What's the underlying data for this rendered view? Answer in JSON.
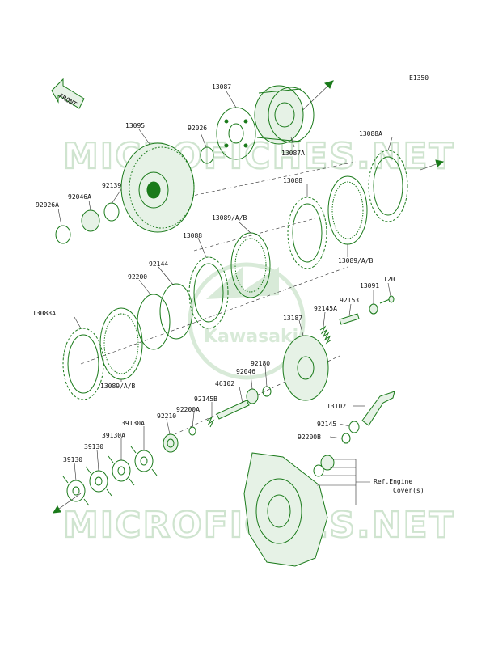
{
  "diagram_code": "E1350",
  "front_label": "FRONT",
  "watermark": "MICROFICHES.NET",
  "brand": "Kawasaki",
  "colors": {
    "part_green": "#1a7a1a",
    "watermark_green": "#cfe4cf",
    "label": "#111111"
  },
  "labels": {
    "p13087": "13087",
    "p13087a": "13087A",
    "p92026": "92026",
    "p13095": "13095",
    "p13088a_top": "13088A",
    "p92139": "92139",
    "p92046a": "92046A",
    "p92026a": "92026A",
    "p13088_top": "13088",
    "p13089ab_mid": "13089/A/B",
    "p13088_mid": "13088",
    "p13089ab_right": "13089/A/B",
    "p92144": "92144",
    "p92200": "92200",
    "p120": "120",
    "p13091": "13091",
    "p92153": "92153",
    "p92145a": "92145A",
    "p13187": "13187",
    "p13088a_left": "13088A",
    "p13089ab_left": "13089/A/B",
    "p92180": "92180",
    "p92046": "92046",
    "p46102": "46102",
    "p92145b": "92145B",
    "p92200a": "92200A",
    "p92210": "92210",
    "p39130a_1": "39130A",
    "p39130a_2": "39130A",
    "p39130_1": "39130",
    "p39130_2": "39130",
    "p13102": "13102",
    "p92145": "92145",
    "p92200b": "92200B",
    "ref_line1": "Ref.Engine",
    "ref_line2": "Cover(s)"
  }
}
